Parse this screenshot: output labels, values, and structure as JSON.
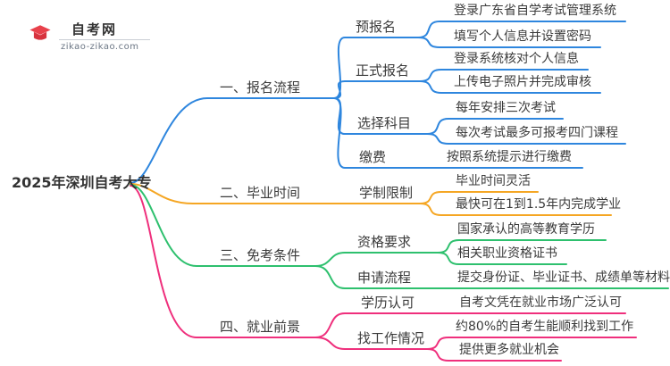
{
  "logo": {
    "site_name": "自考网",
    "site_url": "zikao-zikao.com"
  },
  "colors": {
    "branch1": "#2E86DE",
    "branch2": "#F5A623",
    "branch3": "#2EC06E",
    "branch4": "#EF2F7C",
    "logo_blue": "#1B6FB5",
    "logo_red": "#E8414B",
    "text": "#3B3B3B"
  },
  "root": {
    "label": "2025年深圳自考大专"
  },
  "branches": [
    {
      "label": "一、报名流程",
      "subtopics": [
        {
          "label": "预报名",
          "items": [
            "登录广东省自学考试管理系统",
            "填写个人信息并设置密码"
          ]
        },
        {
          "label": "正式报名",
          "items": [
            "登录系统核对个人信息",
            "上传电子照片并完成审核"
          ]
        },
        {
          "label": "选择科目",
          "items": [
            "每年安排三次考试",
            "每次考试最多可报考四门课程"
          ]
        },
        {
          "label": "缴费",
          "items": [
            "按照系统提示进行缴费"
          ]
        }
      ]
    },
    {
      "label": "二、毕业时间",
      "subtopics": [
        {
          "label": "学制限制",
          "items": [
            "毕业时间灵活",
            "最快可在1到1.5年内完成学业"
          ]
        }
      ]
    },
    {
      "label": "三、免考条件",
      "subtopics": [
        {
          "label": "资格要求",
          "items": [
            "国家承认的高等教育学历",
            "相关职业资格证书"
          ]
        },
        {
          "label": "申请流程",
          "items": [
            "提交身份证、毕业证书、成绩单等材料"
          ]
        }
      ]
    },
    {
      "label": "四、就业前景",
      "subtopics": [
        {
          "label": "学历认可",
          "items": [
            "自考文凭在就业市场广泛认可"
          ]
        },
        {
          "label": "找工作情况",
          "items": [
            "约80%的自考生能顺利找到工作",
            "提供更多就业机会"
          ]
        }
      ]
    }
  ]
}
